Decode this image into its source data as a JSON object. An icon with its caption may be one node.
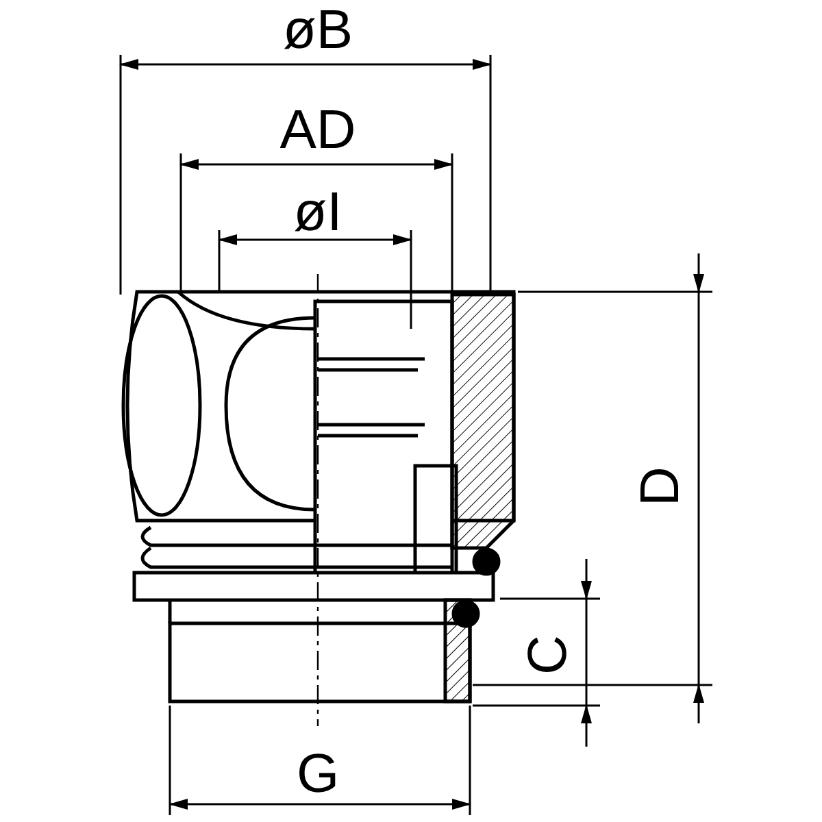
{
  "diagram": {
    "labels": [
      "øB",
      "AD",
      "øI",
      "D",
      "C",
      "G"
    ]
  }
}
